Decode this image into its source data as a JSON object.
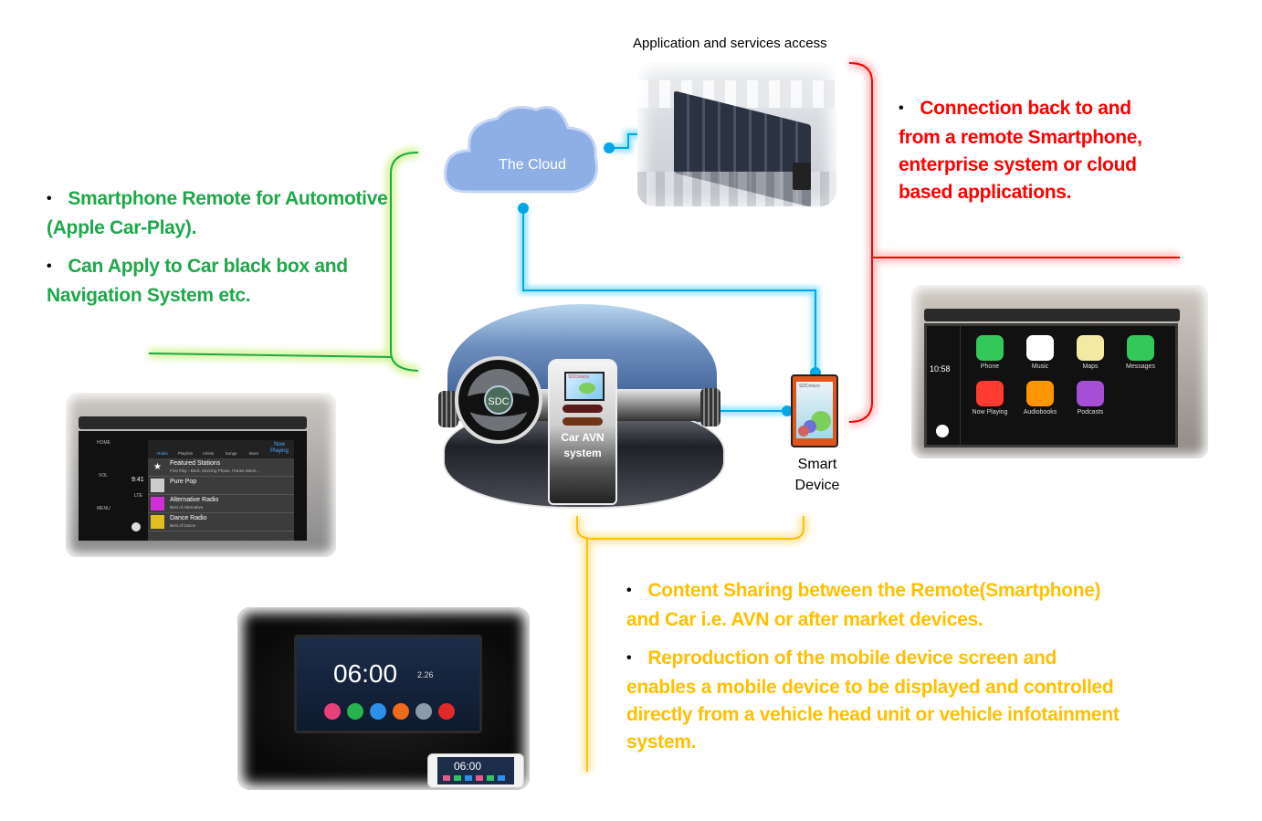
{
  "colors": {
    "green": "#1ea84a",
    "red": "#ff0000",
    "orange": "#ffc000",
    "cyan": "#00b0f0",
    "cloud": "#8eaee6"
  },
  "cloud": {
    "label": "The Cloud"
  },
  "datacenter": {
    "caption": "Application and services access"
  },
  "car": {
    "avn_label_line1": "Car AVN",
    "avn_label_line2": "system",
    "wheel_badge": "SDC",
    "avn_brand": "SDCmicro"
  },
  "smart_device": {
    "label_line1": "Smart",
    "label_line2": "Device",
    "brand": "SDCmicro"
  },
  "left_notes": {
    "items": [
      {
        "text": "Smartphone Remote for Automotive (Apple Car-Play)."
      },
      {
        "text": "Can Apply to Car black box and Navigation System etc."
      }
    ]
  },
  "right_notes": {
    "items": [
      {
        "text": "Connection back to and from a remote Smartphone, enterprise system or cloud based applications."
      }
    ]
  },
  "bottom_notes": {
    "items": [
      {
        "text": "Content Sharing between the Remote(Smartphone) and Car i.e. AVN or after market devices."
      },
      {
        "text": "Reproduction of the mobile device screen and enables a mobile device to be displayed and controlled directly from a vehicle head unit or vehicle infotainment system."
      }
    ]
  },
  "carplay_home": {
    "time": "10:58",
    "apps": [
      {
        "name": "Phone",
        "color": "#34c759"
      },
      {
        "name": "Music",
        "color": "#ffffff"
      },
      {
        "name": "Maps",
        "color": "#f3e9a4"
      },
      {
        "name": "Messages",
        "color": "#34c759"
      },
      {
        "name": "Now Playing",
        "color": "#ff3b30"
      },
      {
        "name": "Audiobooks",
        "color": "#ff9500"
      },
      {
        "name": "Podcasts",
        "color": "#a64fd6"
      }
    ]
  },
  "carplay_radio": {
    "time": "9:41",
    "network": "LTE",
    "side_buttons": [
      "HOME",
      "VOL",
      "MENU"
    ],
    "tabs": [
      "Radio",
      "Playlists",
      "Artists",
      "Songs",
      "More"
    ],
    "now_playing": "Now Playing",
    "rows": [
      {
        "title": "Featured Stations",
        "subtitle": "First Play - Beck, Morning Phase, iTunes Week..."
      },
      {
        "title": "Pure Pop",
        "subtitle": ""
      },
      {
        "title": "Alternative Radio",
        "subtitle": "Best of Alternative"
      },
      {
        "title": "Dance Radio",
        "subtitle": "Best of Dance"
      }
    ]
  },
  "android_unit": {
    "clock": "06:00",
    "date": "2.26",
    "phone_clock": "06:00"
  }
}
